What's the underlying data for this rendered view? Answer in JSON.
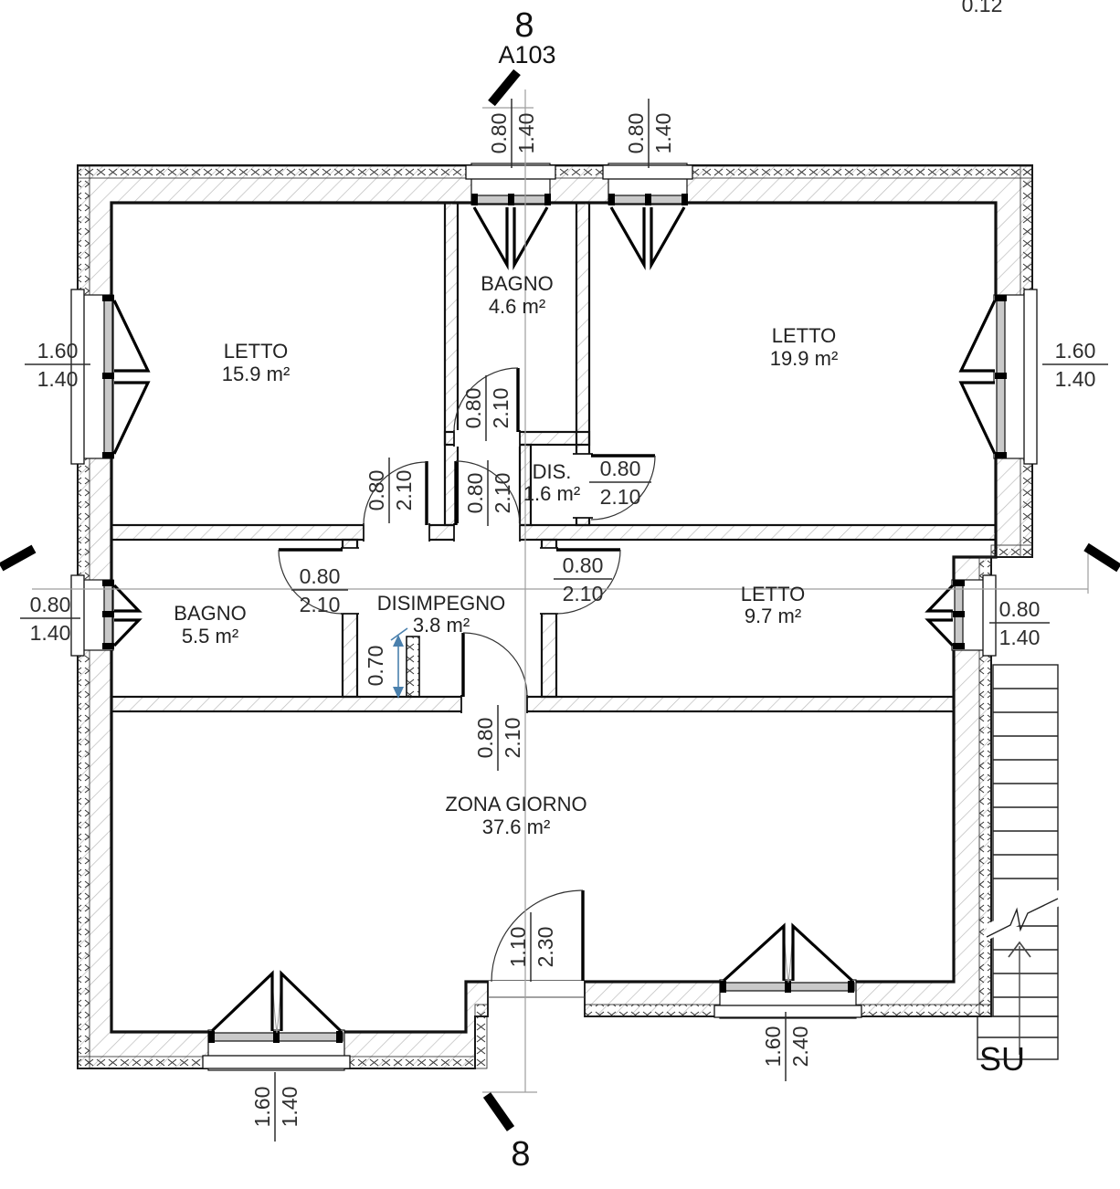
{
  "annotations": {
    "level_top_right": "0.12",
    "stair_direction": "SU"
  },
  "section_markers": {
    "top": {
      "number": "8",
      "sheet": "A103"
    },
    "bottom": {
      "number": "8"
    }
  },
  "rooms": {
    "letto_nw": {
      "name": "LETTO",
      "area": "15.9 m²"
    },
    "bagno_top": {
      "name": "BAGNO",
      "area": "4.6 m²"
    },
    "letto_ne": {
      "name": "LETTO",
      "area": "19.9 m²"
    },
    "dis": {
      "name": "DIS.",
      "area": "1.6 m²"
    },
    "bagno_w": {
      "name": "BAGNO",
      "area": "5.5 m²"
    },
    "disimpegno": {
      "name": "DISIMPEGNO",
      "area": "3.8 m²"
    },
    "letto_e": {
      "name": "LETTO",
      "area": "9.7 m²"
    },
    "zona_giorno": {
      "name": "ZONA GIORNO",
      "area": "37.6 m²"
    }
  },
  "dimensions": {
    "win_top_left": {
      "a": "0.80",
      "b": "1.40"
    },
    "win_top_right": {
      "a": "0.80",
      "b": "1.40"
    },
    "win_west_upper": {
      "a": "1.60",
      "b": "1.40"
    },
    "win_east_upper": {
      "a": "1.60",
      "b": "1.40"
    },
    "door_bagno_top": {
      "a": "0.80",
      "b": "2.10"
    },
    "door_letto_nw": {
      "a": "0.80",
      "b": "2.10"
    },
    "door_passage": {
      "a": "0.80",
      "b": "2.10"
    },
    "door_dis": {
      "a": "0.80",
      "b": "2.10"
    },
    "door_bagno_w": {
      "a": "0.80",
      "b": "2.10"
    },
    "door_letto_e": {
      "a": "0.80",
      "b": "2.10"
    },
    "win_west_mid": {
      "a": "0.80",
      "b": "1.40"
    },
    "win_east_mid": {
      "a": "0.80",
      "b": "1.40"
    },
    "partition_stub": {
      "a": "0.70"
    },
    "door_zona": {
      "a": "0.80",
      "b": "2.10"
    },
    "door_main": {
      "a": "1.10",
      "b": "2.30"
    },
    "win_south_left": {
      "a": "1.60",
      "b": "1.40"
    },
    "win_south_right": {
      "a": "1.60",
      "b": "2.40"
    }
  },
  "colors": {
    "annotation_blue": "#4a80ad",
    "ink": "#111111",
    "hatch_gray": "#bbbbbb",
    "reference_gray": "#9e9e9e"
  }
}
